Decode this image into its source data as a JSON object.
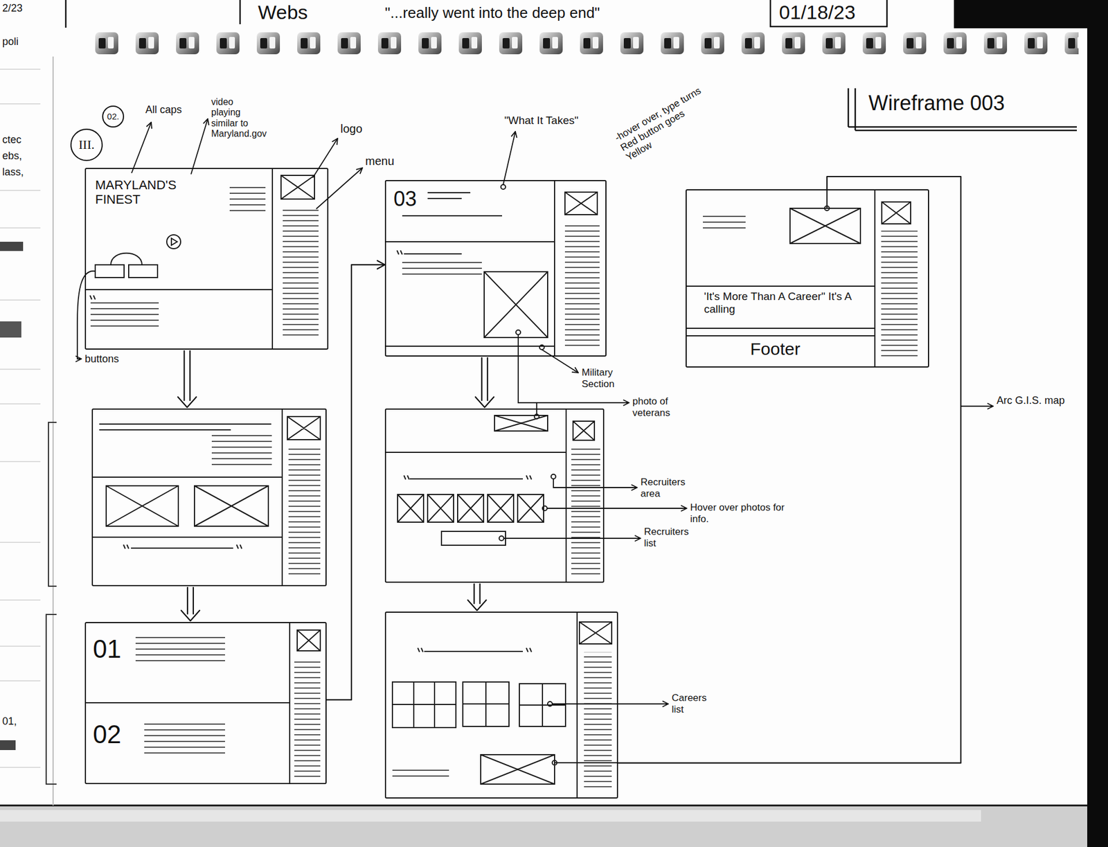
{
  "diagram": {
    "title": "Wireframe 003",
    "nodes": [
      {
        "text": [
          "MARYLAND'S FINEST"
        ]
      },
      {
        "text": []
      },
      {
        "text": [
          "01",
          "02"
        ]
      },
      {
        "text": [
          "03"
        ]
      },
      {
        "text": []
      },
      {
        "text": []
      },
      {
        "text": [
          "'It's More Than A Career\" It's A calling",
          "Footer"
        ]
      }
    ],
    "edges": [
      {
        "from": 0,
        "to": 1,
        "arrow": "to"
      },
      {
        "from": 1,
        "to": 2,
        "arrow": "to"
      },
      {
        "from": 2,
        "to": 3,
        "arrow": "to"
      },
      {
        "from": 3,
        "to": 4,
        "arrow": "to"
      },
      {
        "from": 4,
        "to": 5,
        "arrow": "to"
      },
      {
        "from": 5,
        "to": 6,
        "arrow": "none"
      }
    ],
    "labels": [
      "Webs",
      "\"...really went into the deep end\"",
      "01/18/23",
      "2/23",
      "poli",
      "ctec",
      "ebs,",
      "lass,",
      "01,",
      "III.",
      "02.",
      "All caps",
      "video playing similar to Maryland.gov",
      "logo",
      "menu",
      "buttons",
      "\"What It Takes\"",
      "-hover over, type turns Red button goes Yellow",
      "Military Section",
      "photo of veterans",
      "Recruiters area",
      "Hover over photos for info.",
      "Recruiters list",
      "Careers list",
      "Arc G.I.S. map"
    ]
  }
}
